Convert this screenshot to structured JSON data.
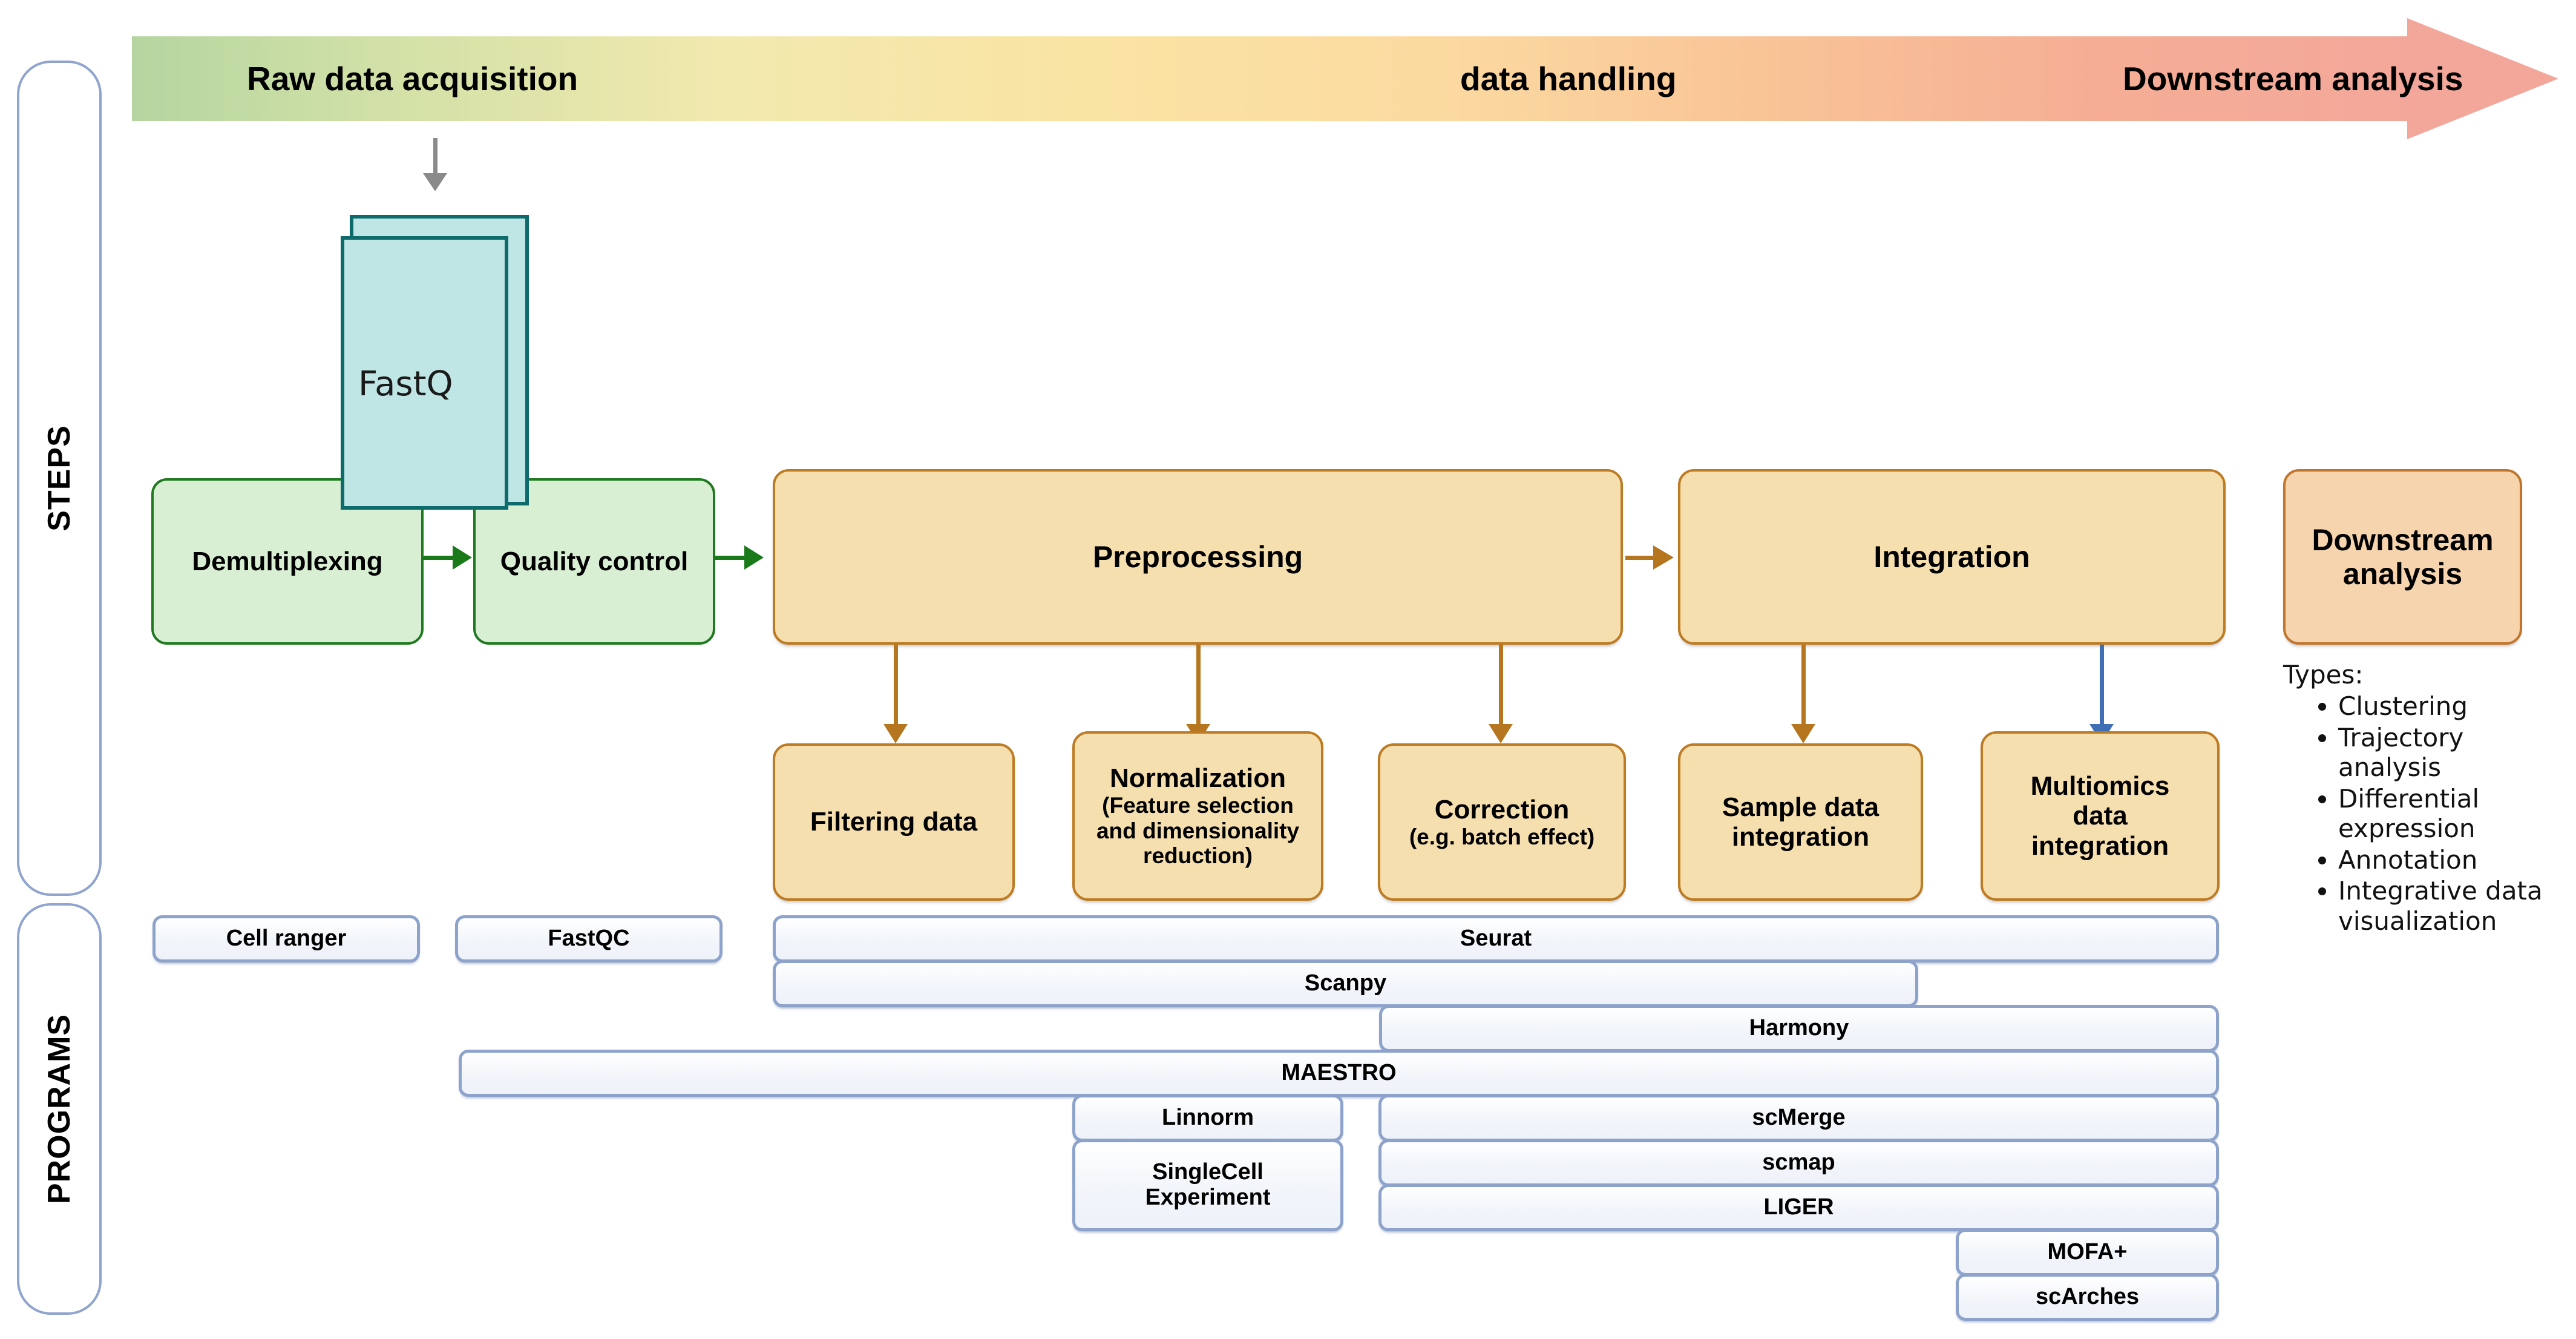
{
  "rails": [
    {
      "label": "STEPS"
    },
    {
      "label": "PROGRAMS"
    }
  ],
  "banner": {
    "left_label": "Raw data acquisition",
    "middle_label": "data handling",
    "right_label": "Downstream analysis",
    "gradient_start": "#b5d5a0",
    "gradient_mid": "#fbd9a0",
    "gradient_end": "#f3a79a"
  },
  "file_stack": {
    "label": "FastQ",
    "fill": "#bfe5e5",
    "border": "#0d6b6b"
  },
  "steps": {
    "green_boxes": [
      {
        "label": "Demultiplexing"
      },
      {
        "label": "Quality control"
      }
    ],
    "main_boxes": [
      {
        "label": "Preprocessing"
      },
      {
        "label": "Integration"
      }
    ],
    "downstream": {
      "label": "Downstream\nanalysis"
    },
    "sub_boxes": [
      {
        "line1": "Filtering data",
        "line2": "",
        "line3": "",
        "line4": ""
      },
      {
        "line1": "Normalization",
        "line2": "(Feature selection",
        "line3": "and dimensionality",
        "line4": "reduction)"
      },
      {
        "line1": "Correction",
        "line2": "(e.g. batch effect)",
        "line3": "",
        "line4": ""
      },
      {
        "line1": "Sample data",
        "line2": "integration",
        "line3": "",
        "line4": ""
      },
      {
        "line1": "Multiomics",
        "line2": "data",
        "line3": "integration",
        "line4": ""
      }
    ]
  },
  "downstream_types": {
    "heading": "Types:",
    "items": [
      "Clustering",
      "Trajectory analysis",
      "Differential expression",
      "Annotation",
      "Integrative data visualization"
    ]
  },
  "programs": [
    {
      "label": "Cell ranger"
    },
    {
      "label": "FastQC"
    },
    {
      "label": "Seurat"
    },
    {
      "label": "Scanpy"
    },
    {
      "label": "Harmony"
    },
    {
      "label": "MAESTRO"
    },
    {
      "label": "Linnorm"
    },
    {
      "label": "scMerge"
    },
    {
      "label": "SingleCell\nExperiment"
    },
    {
      "label": "scmap"
    },
    {
      "label": "LIGER"
    },
    {
      "label": "MOFA+"
    },
    {
      "label": "scArches"
    }
  ],
  "colors": {
    "green_fill": "#d9efd4",
    "green_border": "#1f7a1f",
    "amber_fill": "#f6dfae",
    "amber_border": "#bd7b23",
    "peach_fill": "#f6d4ae",
    "peach_border": "#c1762e",
    "program_border": "#8da3cb",
    "program_fill": "#eef2f9",
    "arrow_green": "#1a7a1a",
    "arrow_orange": "#b5761f",
    "arrow_blue": "#3f6fb5",
    "arrow_gray": "#8a8a8a",
    "rail_border": "#8fa4ce"
  }
}
